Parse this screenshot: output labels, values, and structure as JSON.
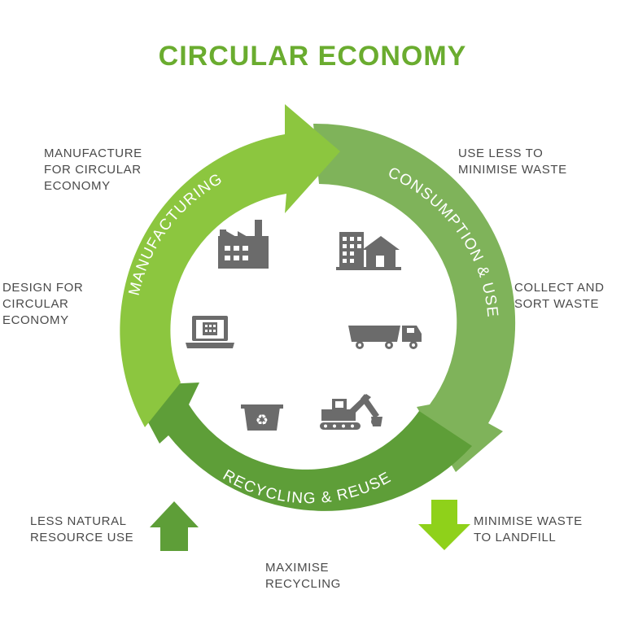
{
  "title": "CIRCULAR ECONOMY",
  "colors": {
    "title": "#6aac2f",
    "manufacturing_arrow": "#8cc63f",
    "consumption_arrow": "#7fb35a",
    "recycling_arrow": "#5e9e38",
    "up_arrow": "#5e9e38",
    "down_arrow": "#8fd11a",
    "icon": "#6b6b6b",
    "text": "#4a4a4a"
  },
  "stages": {
    "manufacturing": "MANUFACTURING",
    "consumption": "CONSUMPTION & USE",
    "recycling": "RECYCLING & REUSE"
  },
  "labels": {
    "manufacture_for_circular": "MANUFACTURE\nFOR CIRCULAR\nECONOMY",
    "design_for_circular": "DESIGN FOR\nCIRCULAR\nECONOMY",
    "use_less": "USE LESS TO\nMINIMISE WASTE",
    "collect_sort": "COLLECT AND\nSORT WASTE",
    "less_natural": "LESS NATURAL\nRESOURCE USE",
    "maximise_recycling": "MAXIMISE\nRECYCLING",
    "minimise_landfill": "MINIMISE WASTE\nTO LANDFILL"
  },
  "icons": [
    "factory-icon",
    "building-house-icon",
    "laptop-icon",
    "truck-icon",
    "recycle-bin-icon",
    "excavator-icon"
  ]
}
